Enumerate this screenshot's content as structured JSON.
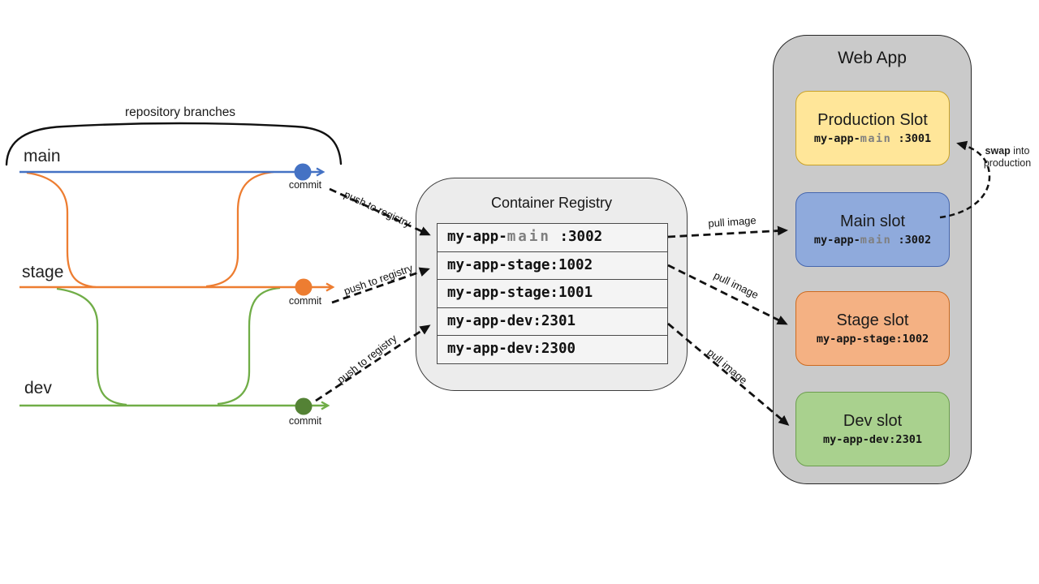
{
  "branch_section": {
    "brace_label": "repository branches",
    "branches": [
      {
        "label": "main",
        "commit": "commit",
        "color": "#4472C4"
      },
      {
        "label": "stage",
        "commit": "commit",
        "color": "#ED7D31"
      },
      {
        "label": "dev",
        "commit": "commit",
        "color": "#70AD47"
      }
    ]
  },
  "arrows": {
    "push": "push to registry",
    "pull": "pull image",
    "swap_bold": "swap",
    "swap_rest": " into",
    "swap_line2": "production"
  },
  "registry": {
    "title": "Container Registry",
    "rows": [
      {
        "prefix": "my-app-",
        "name": "main",
        "tag": " :3002"
      },
      {
        "text": "my-app-stage:1002"
      },
      {
        "text": "my-app-stage:1001"
      },
      {
        "text": "my-app-dev:2301"
      },
      {
        "text": "my-app-dev:2300"
      }
    ]
  },
  "webapp": {
    "title": "Web App",
    "slots": [
      {
        "title": "Production Slot",
        "prefix": "my-app-",
        "name": "main",
        "tag": " :3001",
        "fill": "#FFE699",
        "border": "#C9A227"
      },
      {
        "title": "Main slot",
        "prefix": "my-app-",
        "name": "main",
        "tag": " :3002",
        "fill": "#8FAADC",
        "border": "#4566AE"
      },
      {
        "title": "Stage slot",
        "code": "my-app-stage:1002",
        "fill": "#F4B183",
        "border": "#CD6A1F"
      },
      {
        "title": "Dev slot",
        "code": "my-app-dev:2301",
        "fill": "#A9D18E",
        "border": "#6C9E4E"
      }
    ]
  }
}
